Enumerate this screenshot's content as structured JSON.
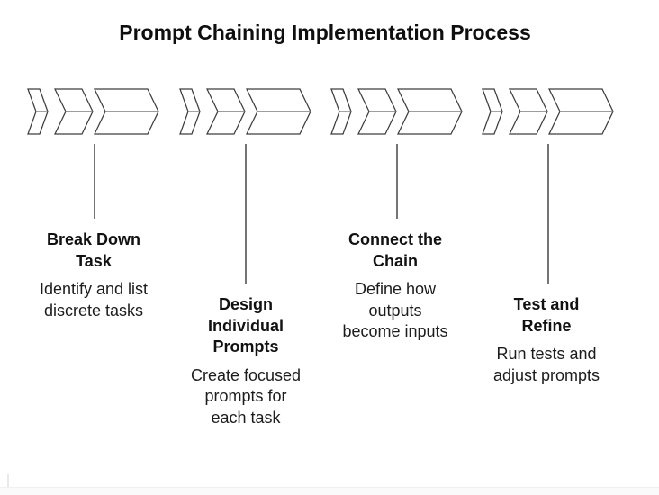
{
  "title": "Prompt Chaining Implementation Process",
  "colors": {
    "background": "#ffffff",
    "chevron_outline": "#3d3d3d",
    "chevron_midline": "#7d7d7d",
    "connector_line": "#757575",
    "text": "#111111"
  },
  "steps": [
    {
      "title": "Break Down\nTask",
      "description": "Identify and list\ndiscrete tasks"
    },
    {
      "title": "Design\nIndividual\nPrompts",
      "description": "Create focused\nprompts for\neach task"
    },
    {
      "title": "Connect the\nChain",
      "description": "Define how\noutputs\nbecome inputs"
    },
    {
      "title": "Test and\nRefine",
      "description": "Run tests and\nadjust prompts"
    }
  ]
}
